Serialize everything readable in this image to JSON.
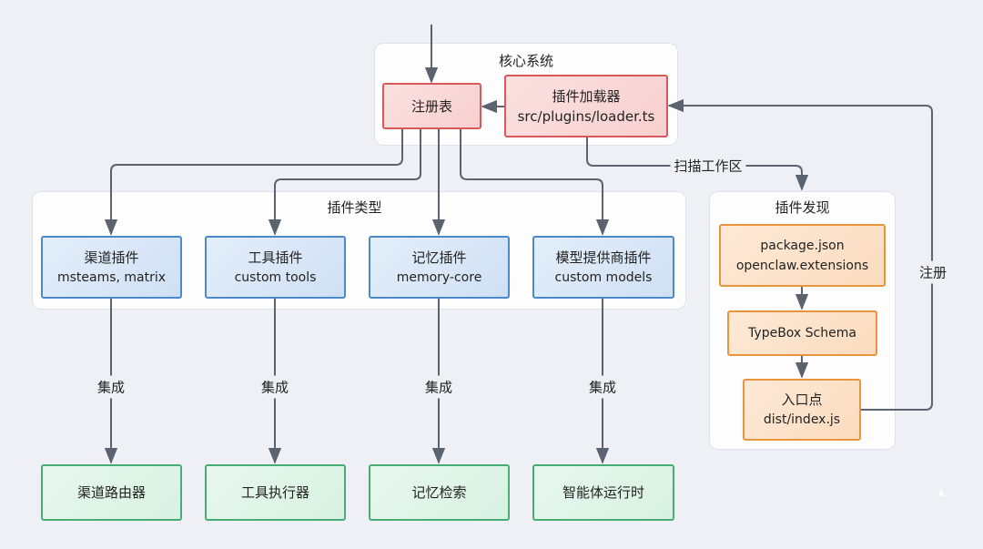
{
  "groups": {
    "core": {
      "title": "核心系统"
    },
    "plugin_types": {
      "title": "插件类型"
    },
    "discovery": {
      "title": "插件发现"
    }
  },
  "nodes": {
    "registry": {
      "label": "注册表"
    },
    "loader": {
      "label": "插件加载器",
      "sub": "src/plugins/loader.ts"
    },
    "channel_plugin": {
      "label": "渠道插件",
      "sub": "msteams, matrix"
    },
    "tool_plugin": {
      "label": "工具插件",
      "sub": "custom tools"
    },
    "memory_plugin": {
      "label": "记忆插件",
      "sub": "memory-core"
    },
    "model_plugin": {
      "label": "模型提供商插件",
      "sub": "custom models"
    },
    "package_json": {
      "label": "package.json",
      "sub": "openclaw.extensions"
    },
    "typebox": {
      "label": "TypeBox Schema"
    },
    "entry": {
      "label": "入口点",
      "sub": "dist/index.js"
    },
    "channel_router": {
      "label": "渠道路由器"
    },
    "tool_executor": {
      "label": "工具执行器"
    },
    "memory_retrieval": {
      "label": "记忆检索"
    },
    "agent_runtime": {
      "label": "智能体运行时"
    }
  },
  "edges": {
    "scan_workspace": "扫描工作区",
    "register": "注册",
    "integrate": "集成"
  },
  "colors": {
    "core_fill": "#f8cfcf",
    "core_border": "#d9585c",
    "type_fill": "#cfe0f4",
    "type_border": "#4c89c8",
    "discovery_fill": "#fbdcbf",
    "discovery_border": "#e8953e",
    "target_fill": "#d8f1e2",
    "target_border": "#46ad75",
    "wire": "#5b6270"
  }
}
